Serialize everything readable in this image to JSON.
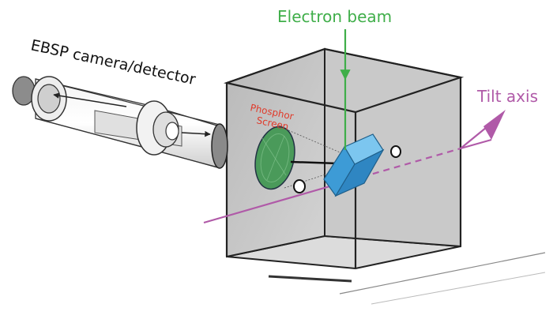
{
  "labels": {
    "camera": "EBSP camera/detector",
    "beam": "Electron beam",
    "tilt": "Tilt axis",
    "phosphor_line1": "Phosphor",
    "phosphor_line2": "Screen"
  },
  "colors": {
    "beam": "#3fae49",
    "tilt": "#b05aa8",
    "phosphor_text": "#e03a2a",
    "screen": "#4a9a5a",
    "sample": "#4aa6de",
    "chamber": "#c8c8c8",
    "outline": "#222222"
  }
}
